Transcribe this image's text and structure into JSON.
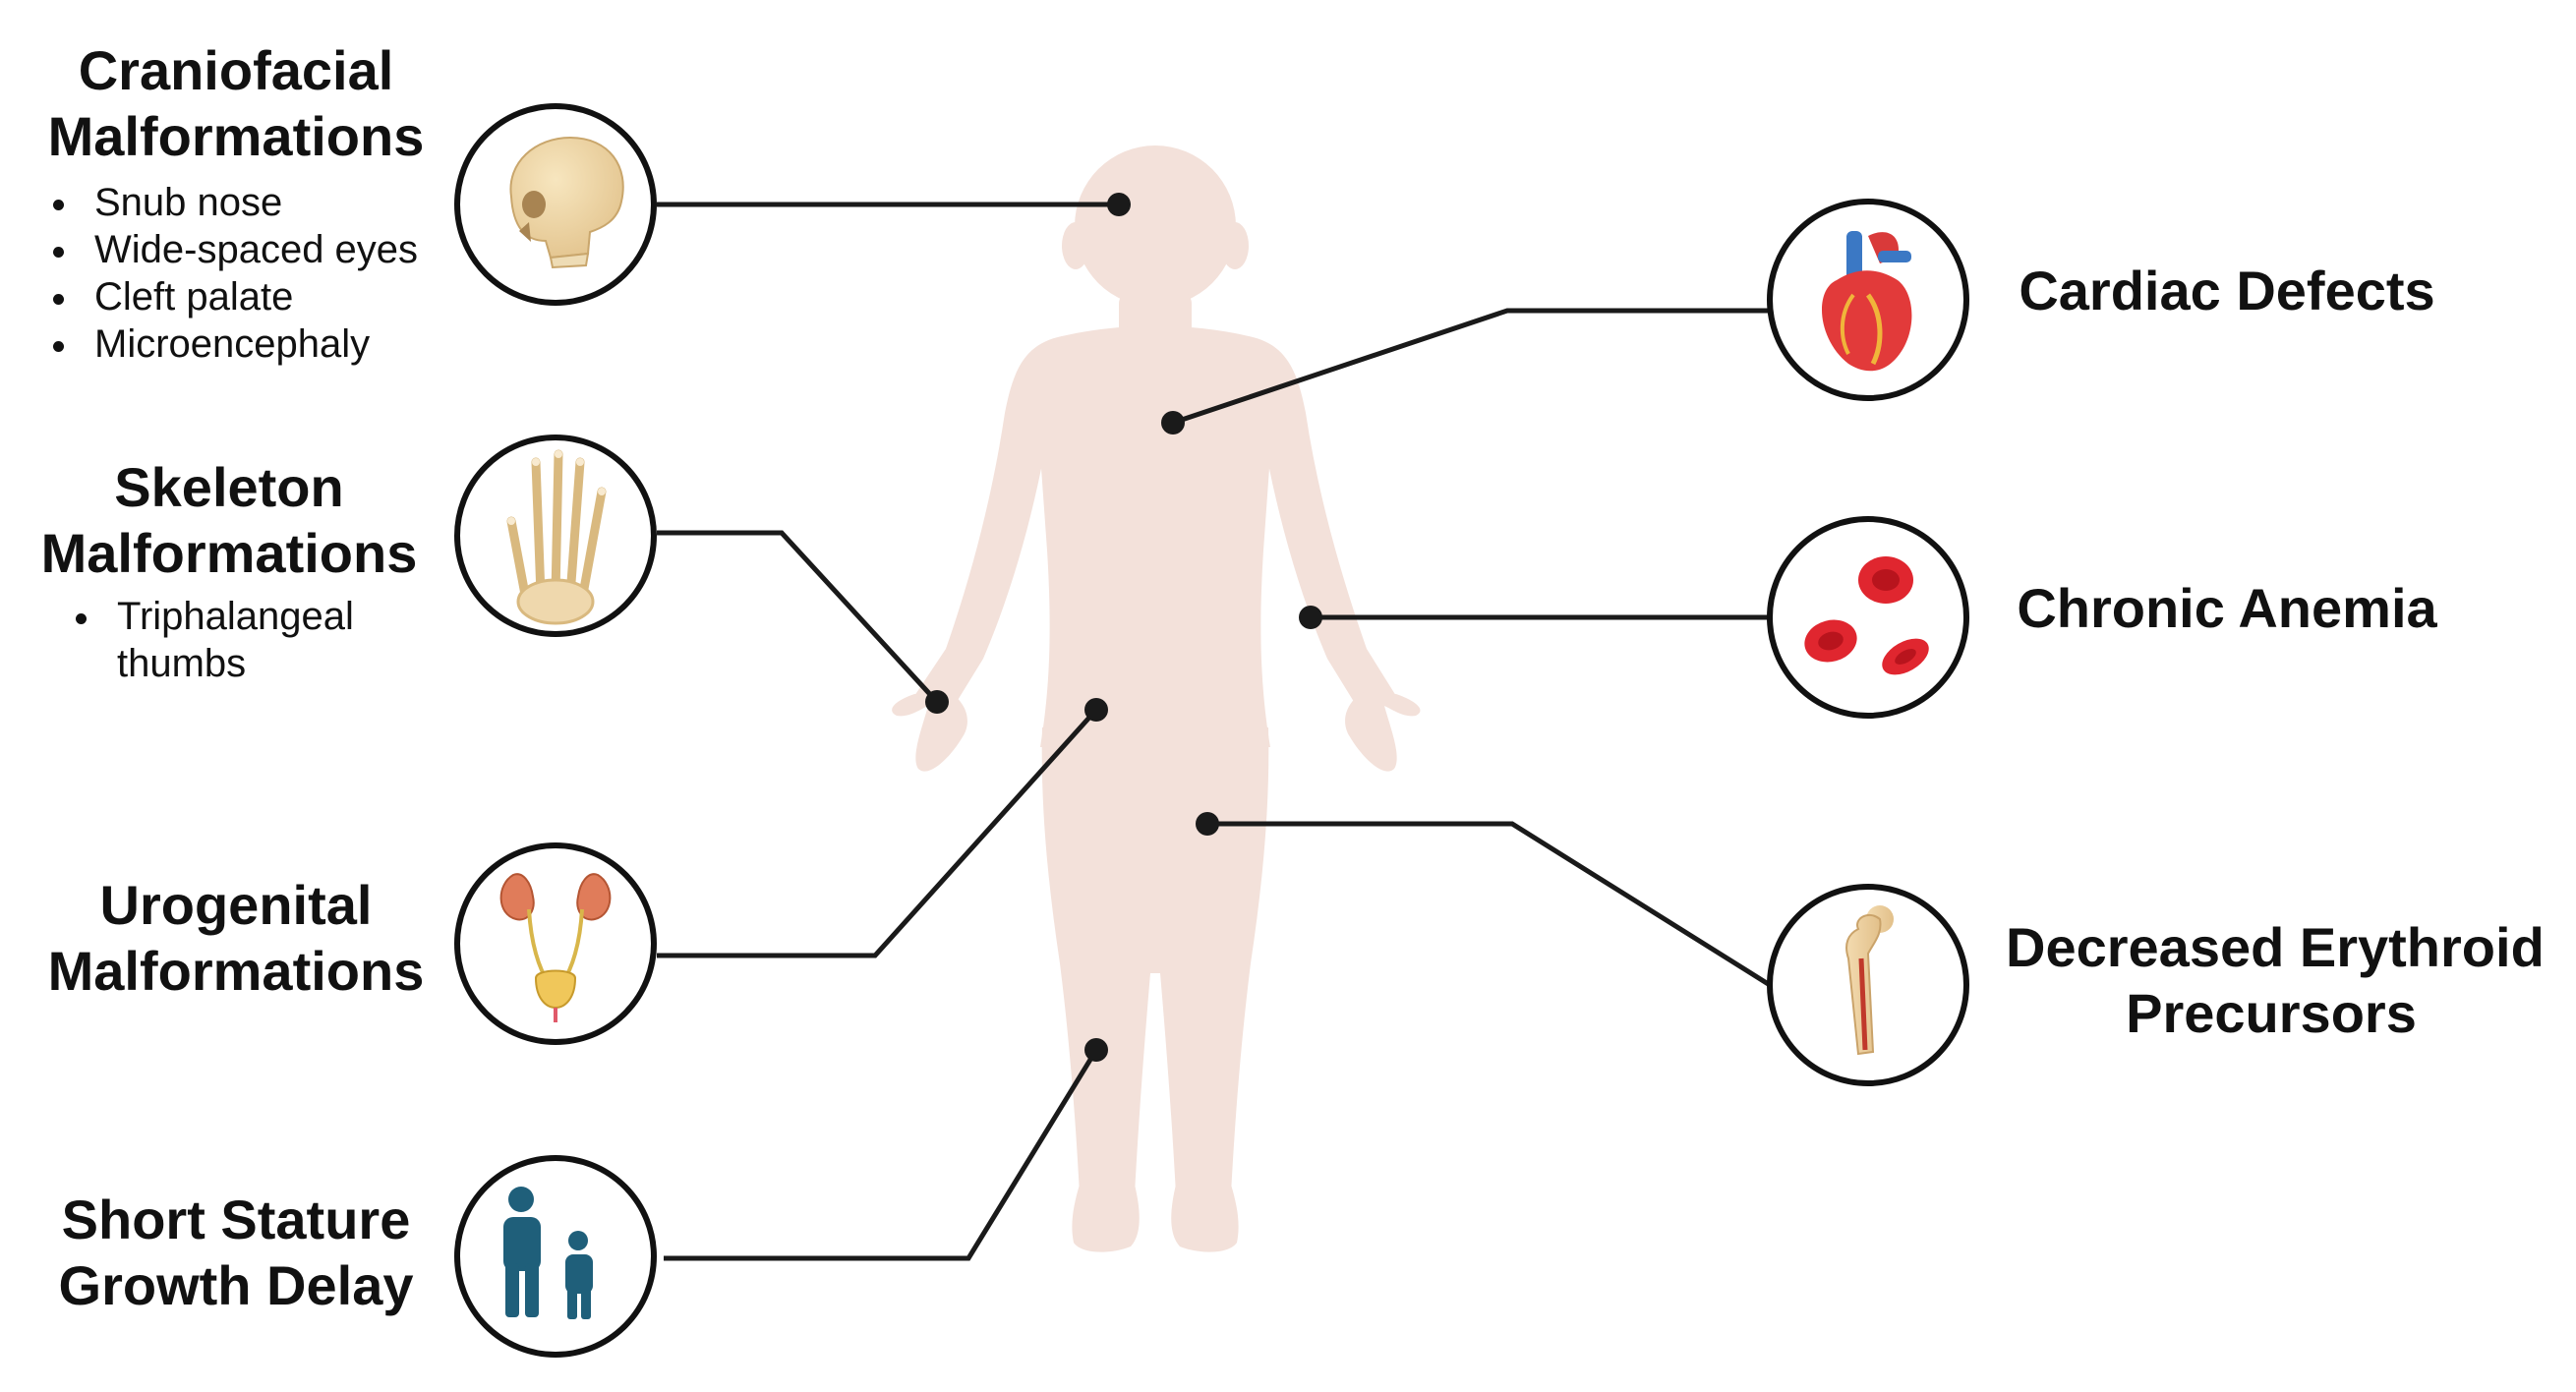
{
  "diagram": {
    "colors": {
      "body": "#f3e1da",
      "connector": "#1a1a1a",
      "icon_ring": "#111111",
      "person_icon": "#1f5f7a"
    },
    "left_features": [
      {
        "id": "craniofacial",
        "icon": "skull-icon",
        "title_lines": [
          "Craniofacial",
          "Malformations"
        ],
        "bullets": [
          "Snub nose",
          "Wide-spaced eyes",
          "Cleft palate",
          "Microencephaly"
        ]
      },
      {
        "id": "skeleton",
        "icon": "hand-bones-icon",
        "title_lines": [
          "Skeleton",
          "Malformations"
        ],
        "bullets": [
          [
            "Triphalangeal",
            "thumbs"
          ]
        ]
      },
      {
        "id": "urogenital",
        "icon": "kidneys-bladder-icon",
        "title_lines": [
          "Urogenital",
          "Malformations"
        ],
        "bullets": []
      },
      {
        "id": "short-stature",
        "icon": "adult-child-icon",
        "title_lines": [
          "Short Stature",
          "Growth Delay"
        ],
        "bullets": []
      }
    ],
    "right_features": [
      {
        "id": "cardiac",
        "icon": "heart-icon",
        "title_lines": [
          "Cardiac Defects"
        ]
      },
      {
        "id": "anemia",
        "icon": "red-blood-cells-icon",
        "title_lines": [
          "Chronic Anemia"
        ]
      },
      {
        "id": "erythroid",
        "icon": "femur-bone-icon",
        "title_lines": [
          "Decreased Erythroid",
          "Precursors"
        ]
      }
    ]
  }
}
